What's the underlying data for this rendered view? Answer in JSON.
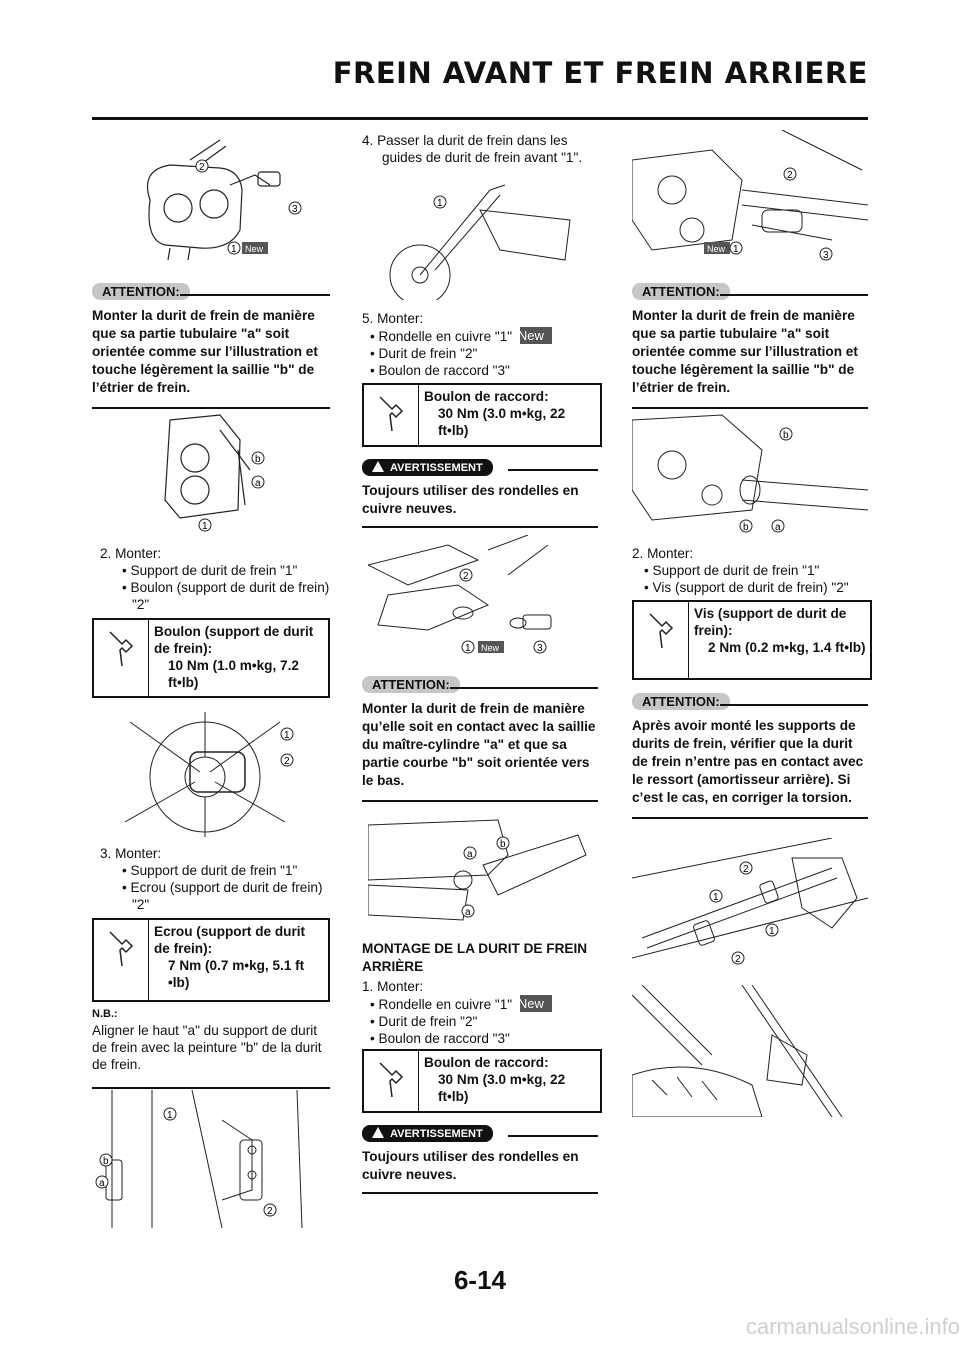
{
  "header": {
    "title": "FREIN AVANT ET FREIN ARRIERE"
  },
  "labels": {
    "attention": "ATTENTION:",
    "avertissement": "AVERTISSEMENT",
    "nb": "N.B.:",
    "new": "New"
  },
  "col1": {
    "att1": "Monter la durit de frein de manière que sa partie tubulaire \"a\" soit orientée comme sur l’illustration et touche légèrement la saillie \"b\" de l’étrier de frein.",
    "step2": "2.  Monter:",
    "step2_b1": "Support de durit de frein \"1\"",
    "step2_b2": "Boulon (support de durit de frein) \"2\"",
    "torque1_name": "Boulon (support de durit de frein):",
    "torque1_val": "10 Nm (1.0 m•kg, 7.2 ft•lb)",
    "step3": "3.  Monter:",
    "step3_b1": "Support de durit de frein \"1\"",
    "step3_b2": "Ecrou (support de durit de frein) \"2\"",
    "torque2_name": "Ecrou (support de durit de frein):",
    "torque2_val": "7 Nm (0.7 m•kg, 5.1 ft •lb)",
    "nb_text": "Aligner le haut \"a\" du support de durit de frein avec la peinture \"b\" de la durit de frein."
  },
  "col2": {
    "step4": "4.  Passer la durit de frein dans les guides de durit de frein avant \"1\".",
    "step5": "5.  Monter:",
    "step5_b1": "Rondelle en cuivre \"1\"",
    "step5_b2": "Durit de frein \"2\"",
    "step5_b3": "Boulon de raccord \"3\"",
    "torque3_name": "Boulon de raccord:",
    "torque3_val": "30 Nm (3.0 m•kg, 22 ft•lb)",
    "warn1": "Toujours utiliser des rondelles en cuivre neuves.",
    "att2": "Monter la durit de frein de manière qu’elle soit en contact avec la saillie du maître-cylindre \"a\" et que sa partie courbe \"b\" soit orientée vers le bas.",
    "section": "MONTAGE DE LA DURIT DE FREIN ARRIÈRE",
    "step1": "1.  Monter:",
    "step1_b1": "Rondelle en cuivre \"1\"",
    "step1_b2": "Durit de frein \"2\"",
    "step1_b3": "Boulon de raccord \"3\"",
    "torque4_name": "Boulon de raccord:",
    "torque4_val": "30 Nm (3.0 m•kg, 22 ft•lb)",
    "warn2": "Toujours utiliser des rondelles en cuivre neuves."
  },
  "col3": {
    "att3": "Monter la durit de frein de manière que sa partie tubulaire \"a\" soit orientée comme sur l’illustration et touche légèrement la saillie \"b\" de l’étrier de frein.",
    "step2": "2.  Monter:",
    "step2_b1": "Support de durit de frein \"1\"",
    "step2_b2": "Vis (support de durit de frein) \"2\"",
    "torque5_name": "Vis (support de durit de frein):",
    "torque5_val": "2 Nm (0.2 m•kg, 1.4 ft•lb)",
    "att4": "Après avoir monté les supports de durits de frein, vérifier que la durit de frein n’entre pas en contact avec le ressort (amortisseur arrière). Si c’est le cas, en corriger la torsion."
  },
  "footer": {
    "page_number": "6-14",
    "watermark": "carmanualsonline.info"
  },
  "callouts": {
    "n1": "1",
    "n2": "2",
    "n3": "3",
    "a": "a",
    "b": "b"
  }
}
